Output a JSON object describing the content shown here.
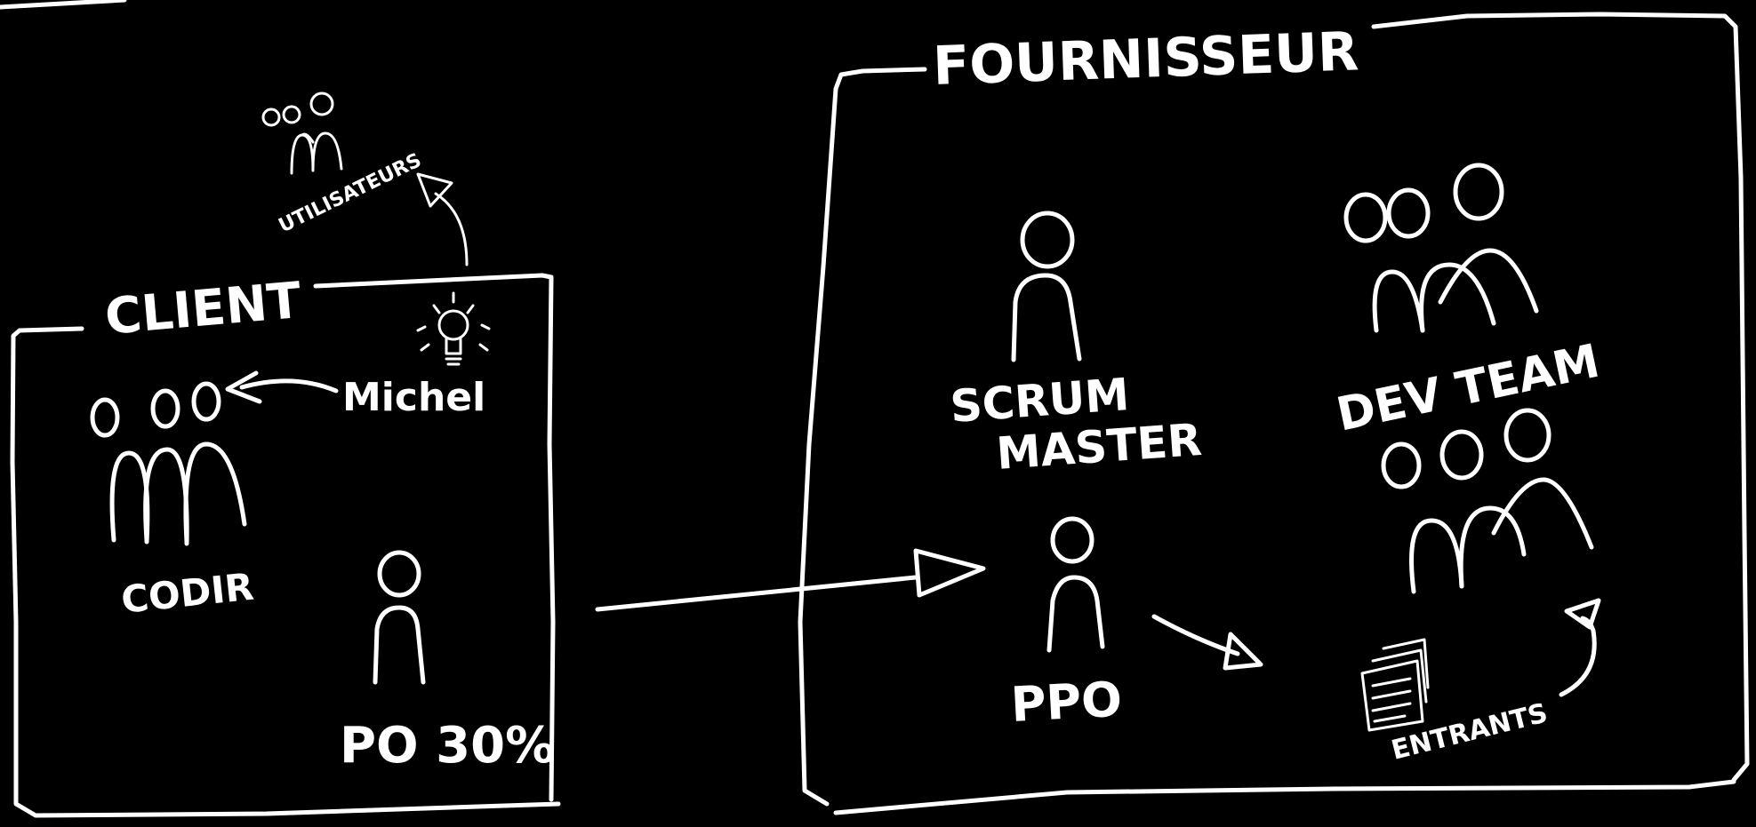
{
  "colors": {
    "background": "#000000",
    "ink": "#ffffff"
  },
  "labels": {
    "utilisateurs": "UTILISATEURS",
    "client": "CLIENT",
    "michel": "Michel",
    "codir": "CODIR",
    "po": "PO 30%",
    "fournisseur": "FOURNISSEUR",
    "scrum_master_line1": "SCRUM",
    "scrum_master_line2": "MASTER",
    "dev_team": "DEV TEAM",
    "ppo": "PPO",
    "entrants": "ENTRANTS"
  },
  "icons": [
    "person-icon",
    "group-icon",
    "lightbulb-icon",
    "document-stack-icon",
    "arrow-icon"
  ]
}
